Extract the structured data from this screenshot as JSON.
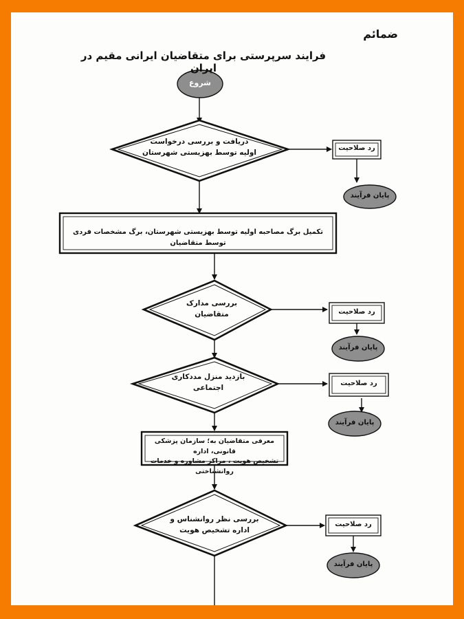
{
  "header": {
    "appendix": "ضمائم",
    "title": "فرایند سرپرستی برای متقاضیان ایرانی مقیم در ایران"
  },
  "nodes": {
    "start": "شروع",
    "d1": [
      "دریافت و بررسی درخواست",
      "اولیه توسط بهزیستی شهرستان"
    ],
    "p1": "تکمیل برگ مصاحبه اولیه  توسط بهزیستی شهرستان، برگ مشخصات فردی توسط متقاضیان",
    "d2": [
      "بررسی مدارک",
      "متقاضیان"
    ],
    "d3": [
      "بازدید منزل مددکاری",
      "اجتماعی"
    ],
    "p2": [
      "معرفی متقاضیان به؛ سازمان پزشکی قانونی، اداره",
      "تشخیص هویت ، مراکز مشاوره و خدمات روانشناختی"
    ],
    "d4": [
      "بررسی نظر روانشناس و",
      "اداره تشخیص هویت"
    ],
    "reject": "رد صلاحیت",
    "end": "پایان فرآیند"
  },
  "colors": {
    "accent_frame": "#f57c00",
    "terminal_fill": "#8e8e8e",
    "line": "#111111"
  }
}
